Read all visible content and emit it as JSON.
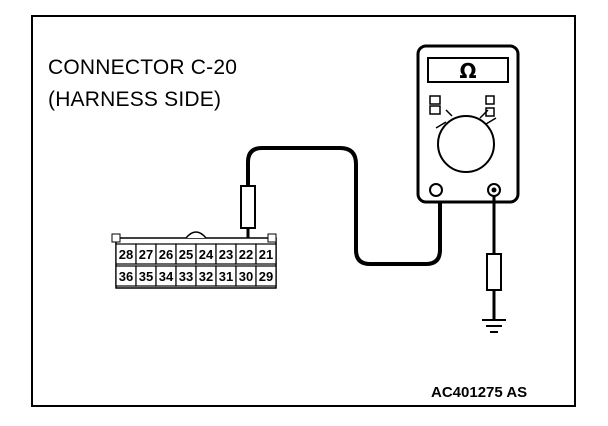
{
  "connector": {
    "title_line1": "CONNECTOR C-20",
    "title_line2": "(HARNESS SIDE)",
    "top_row": [
      "28",
      "27",
      "26",
      "25",
      "24",
      "23",
      "22",
      "21"
    ],
    "bottom_row": [
      "36",
      "35",
      "34",
      "33",
      "32",
      "31",
      "30",
      "29"
    ],
    "probe_pin": "22"
  },
  "meter": {
    "symbol": "Ω"
  },
  "figure_id": "AC401275 AS",
  "icons": [
    "ohmmeter-icon",
    "ground-symbol-icon",
    "test-probe-icon"
  ]
}
